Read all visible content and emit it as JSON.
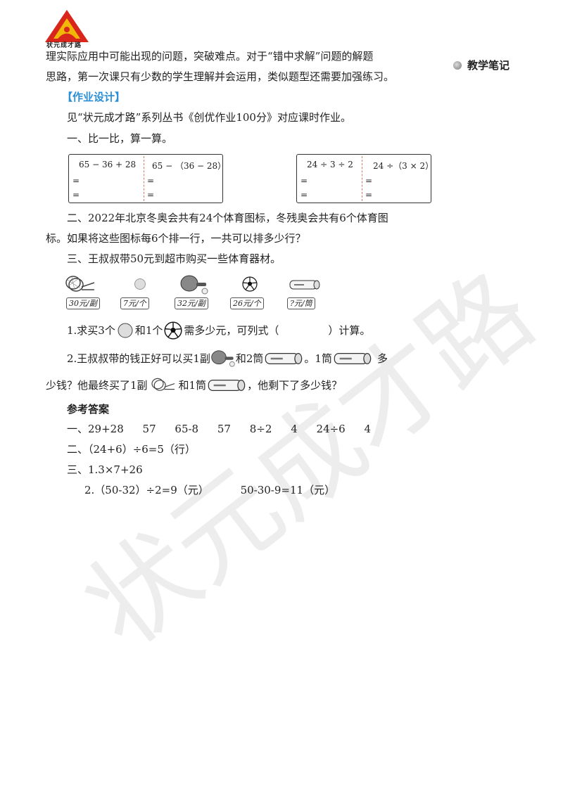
{
  "logo": {
    "text": "状元成才路"
  },
  "sidebar": {
    "note_label": "教学笔记"
  },
  "intro": {
    "line1": "理实际应用中可能出现的问题，突破难点。对于“错中求解”问题的解题",
    "line2": "思路，第一次课只有少数的学生理解并会运用，类似题型还需要加强练习。"
  },
  "homework": {
    "heading": "【作业设计】",
    "ref": "见“状元成才路”系列丛书《创优作业100分》对应课时作业。",
    "q1": {
      "title": "一、比一比，算一算。",
      "boxes": [
        {
          "left": "65 − 36 + 28",
          "right": "65 − （36 − 28）",
          "eq": "="
        },
        {
          "left": "24 ÷ 3 ÷ 2",
          "right": "24 ÷（3 × 2）",
          "eq": "="
        }
      ]
    },
    "q2": {
      "line1": "二、2022年北京冬奥会共有24个体育图标，冬残奥会共有6个体育图",
      "line2": "标。如果将这些图标每6个排一行，一共可以排多少行？"
    },
    "q3": {
      "title": "三、王叔叔带50元到超市购买一些体育器材。",
      "prices": [
        "30元/副",
        "7元/个",
        "32元/副",
        "26元/个",
        "?元/筒"
      ],
      "sub1_a": "1.求买3个",
      "sub1_b": "和1个",
      "sub1_c": "需多少元，可列式（",
      "sub1_d": "）计算。",
      "sub2_a": "2.王叔叔带的钱正好可以买1副",
      "sub2_b": "和2筒",
      "sub2_c": "。1筒",
      "sub2_d": "多",
      "sub2_e": "少钱？他最终买了1副",
      "sub2_f": "和1筒",
      "sub2_g": "，他剩下了多少钱？"
    }
  },
  "answers": {
    "heading": "参考答案",
    "a1": [
      "一、29+28",
      "57",
      "65-8",
      "57",
      "8÷2",
      "4",
      "24÷6",
      "4"
    ],
    "a2": "二、（24+6）÷6=5（行）",
    "a3": "三、1.3×7+26",
    "a4a": "2.（50-32）÷2=9（元）",
    "a4b": "50-30-9=11（元）"
  },
  "watermark": "状元成才路",
  "colors": {
    "heading": "#2a8fd6",
    "logo_red": "#d9261c",
    "logo_gold": "#f2b807"
  }
}
